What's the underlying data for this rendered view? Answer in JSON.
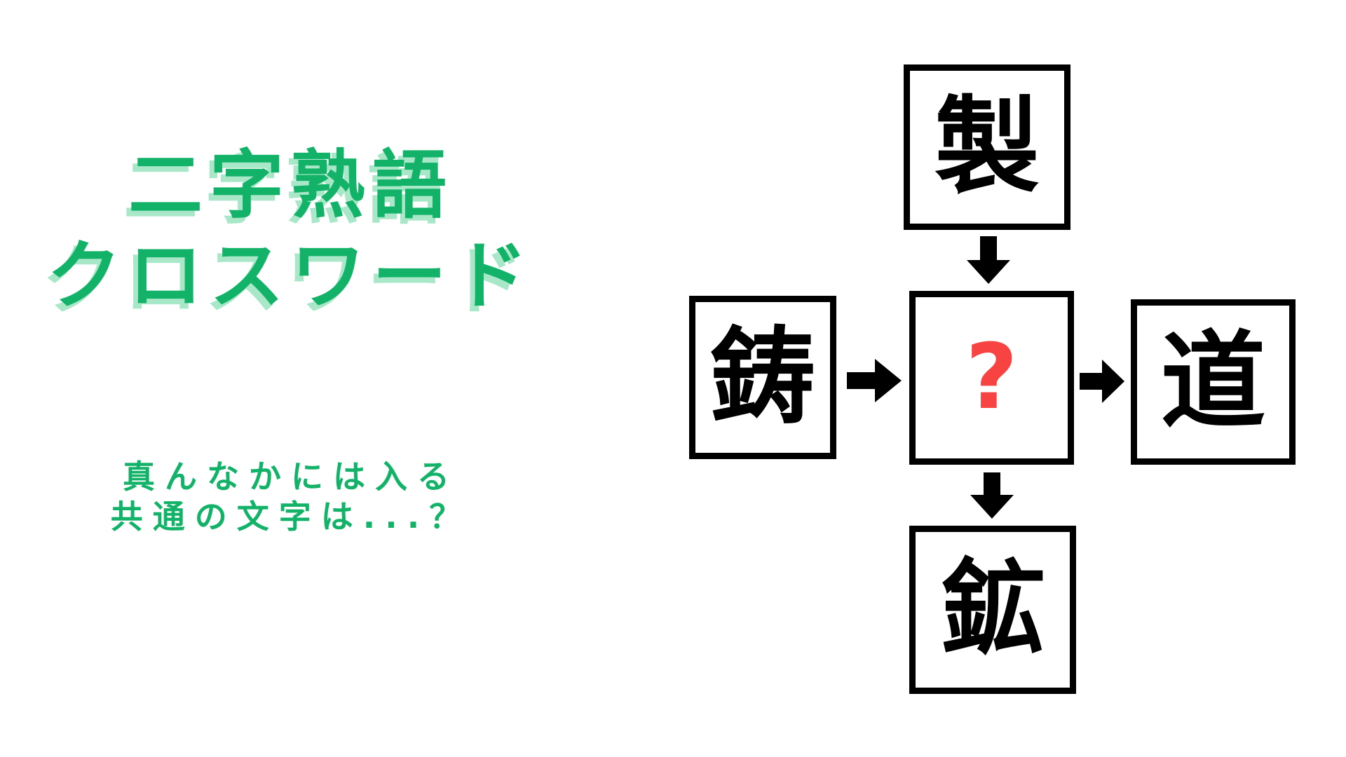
{
  "title": {
    "line1": "二字熟語",
    "line2": "クロスワード",
    "color": "#12b368",
    "shadow_color": "#a8e8c8"
  },
  "subtitle": {
    "line1": "真んなかには入る",
    "line2": "共通の文字は...？",
    "color": "#12b368"
  },
  "puzzle": {
    "cells": {
      "top": "製",
      "left": "鋳",
      "center": "?",
      "right": "道",
      "bottom": "鉱"
    },
    "question_color": "#f84343",
    "box_border_color": "#000000",
    "arrow_color": "#000000",
    "arrows": [
      "top-to-center",
      "left-to-center",
      "center-to-right",
      "center-to-bottom"
    ]
  }
}
